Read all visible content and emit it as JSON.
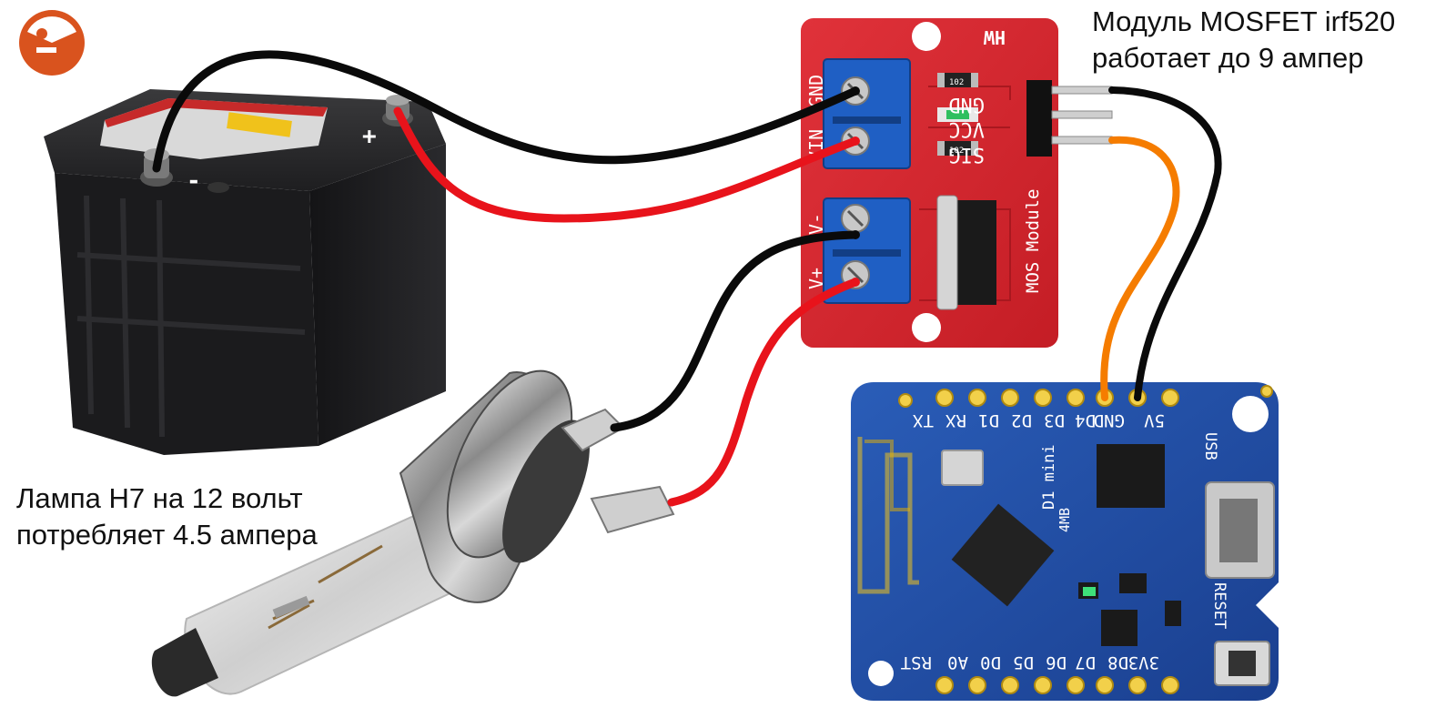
{
  "captions": {
    "mosfet_line1": "Модуль MOSFET irf520",
    "mosfet_line2": "работает до 9 ампер",
    "lamp_line1": "Лампа H7 на 12 вольт",
    "lamp_line2": "потребляет 4.5 ампера"
  },
  "battery": {
    "minus": "-",
    "plus": "+"
  },
  "mosfet_module": {
    "brand": "HW",
    "name": "MOS Module",
    "terminal_top": [
      "GND",
      "VIN"
    ],
    "terminal_bottom": [
      "V-",
      "V+"
    ],
    "pins": [
      "GND",
      "VCC",
      "SIG"
    ],
    "resistors": [
      "102",
      "102"
    ]
  },
  "d1mini": {
    "top_pins": [
      "TX",
      "RX",
      "D1",
      "D2",
      "D3",
      "D4",
      "GND",
      "5V"
    ],
    "bottom_pins": [
      "RST",
      "A0",
      "D0",
      "D5",
      "D6",
      "D7",
      "D8",
      "3V3"
    ],
    "label_board": "D1 mini",
    "label_flash": "4MB",
    "label_usb": "USB",
    "label_reset": "RESET"
  },
  "colors": {
    "wire_black": "#0a0a0a",
    "wire_red": "#e8131b",
    "wire_orange": "#f57c00",
    "mosfet_board": "#d8262e",
    "terminal_blue": "#1f5fc4",
    "d1mini_board": "#1f4fa8",
    "battery_body": "#1c1c1e"
  }
}
